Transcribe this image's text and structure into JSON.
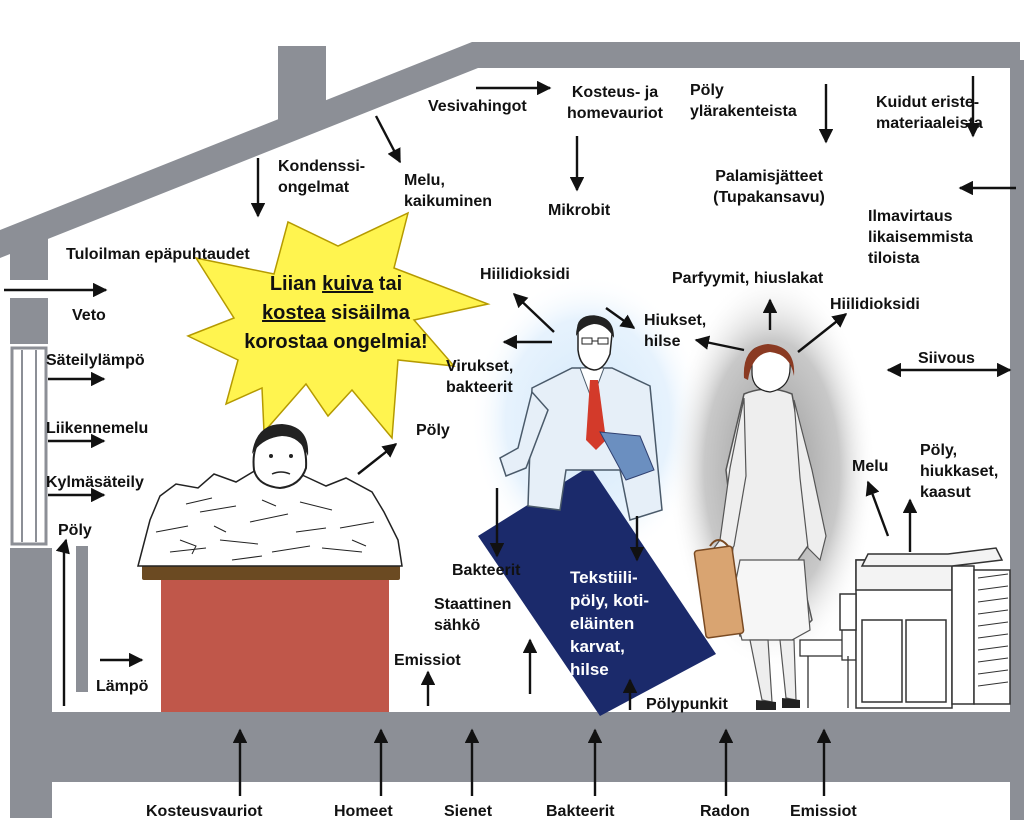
{
  "diagram": {
    "labels": {
      "vesivahingot": "Vesivahingot",
      "kosteus": "Kosteus- ja homevauriot",
      "poly_ylarakenteista": "Pöly ylärakenteista",
      "kuidut": "Kuidut eriste-materiaaleista",
      "kondenssi": "Kondenssi-ongelmat",
      "melu_kaikuminen": "Melu, kaikuminen",
      "mikrobit": "Mikrobit",
      "palamisjatteet": "Palamisjätteet (Tupakansavu)",
      "ilmavirtaus": "Ilmavirtaus likaisemmista tiloista",
      "tuloilma": "Tuloilman epäpuhtaudet",
      "veto": "Veto",
      "sateilylampo": "Säteilylämpö",
      "liikennemelu": "Liikennemelu",
      "kylmasateily": "Kylmäsäteily",
      "poly_left": "Pöly",
      "lampo": "Lämpö",
      "poly_desk": "Pöly",
      "hiilidioksidi_1": "Hiilidioksidi",
      "virukset": "Virukset, bakteerit",
      "hiukset": "Hiukset, hilse",
      "parfyymit": "Parfyymit, hiuslakat",
      "hiilidioksidi_2": "Hiilidioksidi",
      "siivous": "Siivous",
      "melu_right": "Melu",
      "poly_hiukkaset": "Pöly, hiukkaset, kaasut",
      "bakteerit_mid": "Bakteerit",
      "staattinen": "Staattinen sähkö",
      "emissiot_mid": "Emissiot",
      "tekstiili": "Tekstiili-pöly, koti-eläinten karvat, hilse",
      "polypunkit": "Pölypunkit",
      "kosteusvauriot": "Kosteusvauriot",
      "homeet": "Homeet",
      "sienet": "Sienet",
      "bakteerit_bottom": "Bakteerit",
      "radon": "Radon",
      "emissiot_bottom": "Emissiot"
    },
    "star": {
      "part1": "Liian ",
      "kuiva": "kuiva",
      "part2": " tai ",
      "kostea": "kostea",
      "part3": " sisäilma korostaa ongelmia!"
    },
    "colors": {
      "structure": "#8c8f96",
      "star": "#fff44f",
      "desk": "#c0574a",
      "desktop": "#6b4a22",
      "carpet": "#1b2a6b",
      "tie": "#d33a2a",
      "briefcase": "#d9a471",
      "man_glow": "#cfe6fb",
      "woman_shadow": "#8a8a8a"
    }
  }
}
